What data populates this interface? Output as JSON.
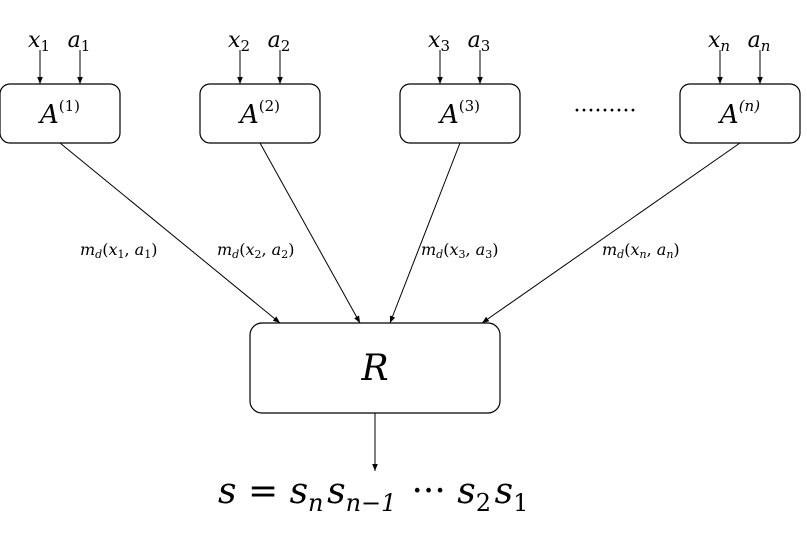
{
  "agents": [
    {
      "x_base": "x",
      "x_sub": "1",
      "a_base": "a",
      "a_sub": "1",
      "label_base": "A",
      "label_sup": "(1)",
      "message": {
        "m": "m",
        "m_sub": "d",
        "x": "x",
        "x_sub": "1",
        "a": "a",
        "a_sub": "1"
      }
    },
    {
      "x_base": "x",
      "x_sub": "2",
      "a_base": "a",
      "a_sub": "2",
      "label_base": "A",
      "label_sup": "(2)",
      "message": {
        "m": "m",
        "m_sub": "d",
        "x": "x",
        "x_sub": "2",
        "a": "a",
        "a_sub": "2"
      }
    },
    {
      "x_base": "x",
      "x_sub": "3",
      "a_base": "a",
      "a_sub": "3",
      "label_base": "A",
      "label_sup": "(3)",
      "message": {
        "m": "m",
        "m_sub": "d",
        "x": "x",
        "x_sub": "3",
        "a": "a",
        "a_sub": "3"
      }
    },
    {
      "x_base": "x",
      "x_sub": "n",
      "a_base": "a",
      "a_sub": "n",
      "label_base": "A",
      "label_sup": "(n)",
      "message": {
        "m": "m",
        "m_sub": "d",
        "x": "x",
        "x_sub": "n",
        "a": "a",
        "a_sub": "n"
      }
    }
  ],
  "ellipsis": "·········",
  "receiver": {
    "label": "R"
  },
  "output": {
    "lhs": "s",
    "eq": "=",
    "terms": [
      {
        "base": "s",
        "sub": "n"
      },
      {
        "base": "s",
        "sub": "n−1"
      },
      {
        "dots": "···"
      },
      {
        "base": "s",
        "sub": "2"
      },
      {
        "base": "s",
        "sub": "1"
      }
    ]
  }
}
